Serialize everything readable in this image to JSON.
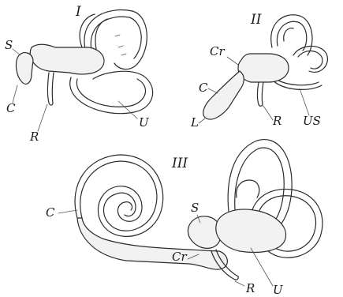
{
  "panels": [
    {
      "numeral": "I",
      "labels": {
        "s": "S",
        "c": "C",
        "r": "R",
        "u": "U"
      }
    },
    {
      "numeral": "II",
      "labels": {
        "cr": "Cr",
        "c": "C",
        "l": "L",
        "r": "R",
        "us": "US"
      }
    },
    {
      "numeral": "III",
      "labels": {
        "s": "S",
        "c": "C",
        "cr": "Cr",
        "r": "R",
        "u": "U"
      }
    }
  ]
}
